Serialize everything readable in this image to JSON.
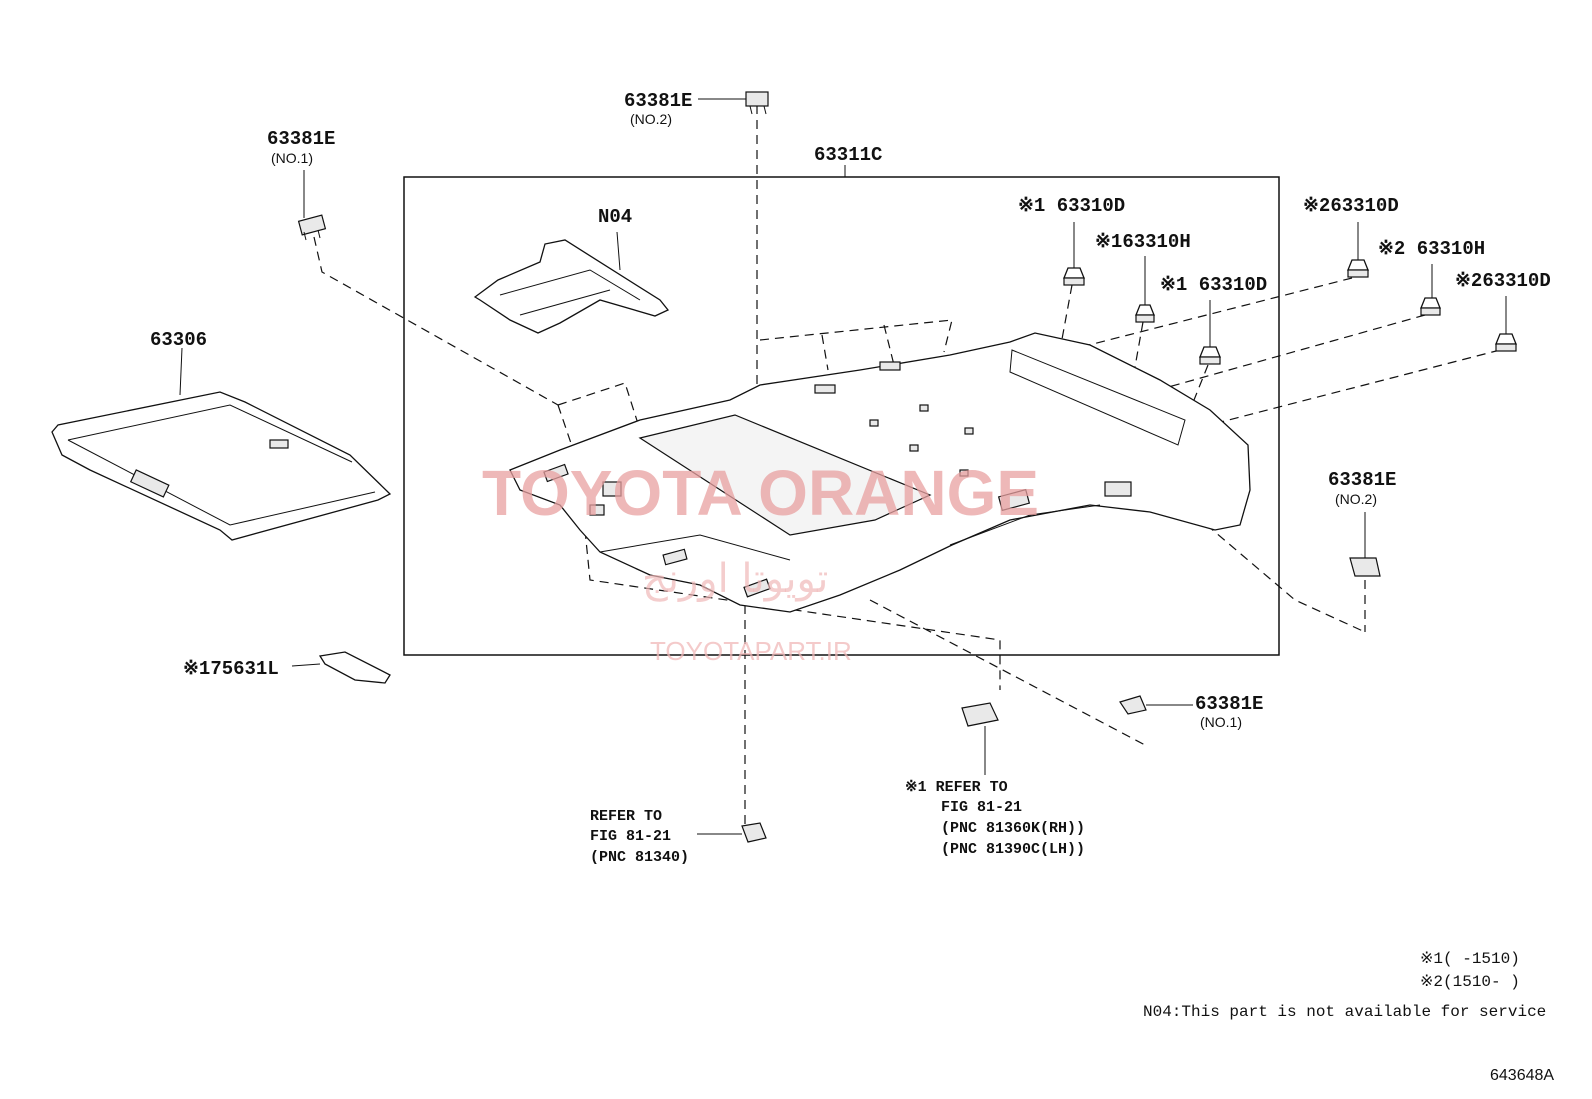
{
  "labels": {
    "p63381e_top": "63381E",
    "p63381e_top_sub": "(NO.2)",
    "p63381e_left": "63381E",
    "p63381e_left_sub": "(NO.1)",
    "p63311c": "63311C",
    "n04": "N04",
    "p63306": "63306",
    "p63310d_a": "※1 63310D",
    "p63310h_a": "※163310H",
    "p63310d_b": "※1 63310D",
    "p63310d_c": "※263310D",
    "p63310h_b": "※2 63310H",
    "p63310d_d": "※263310D",
    "p63381e_right": "63381E",
    "p63381e_right_sub": "(NO.2)",
    "p75631l": "※175631L",
    "p63381e_bottom": "63381E",
    "p63381e_bottom_sub": "(NO.1)"
  },
  "refs": {
    "center": [
      "REFER TO",
      "FIG 81-21",
      "(PNC 81340)"
    ],
    "right": [
      "※1 REFER TO",
      "FIG 81-21",
      "(PNC 81360K(RH))",
      "(PNC 81390C(LH))"
    ]
  },
  "notes": {
    "note1": "※1(      -1510)",
    "note2": "※2(1510-      )",
    "n04_note": "N04:This part is not available for service",
    "diagram_code": "643648A"
  },
  "watermark": {
    "brand": "TOYOTA ORANGE",
    "persian": "تویوتا اورنج",
    "site": "TOYOTAPART.IR"
  }
}
